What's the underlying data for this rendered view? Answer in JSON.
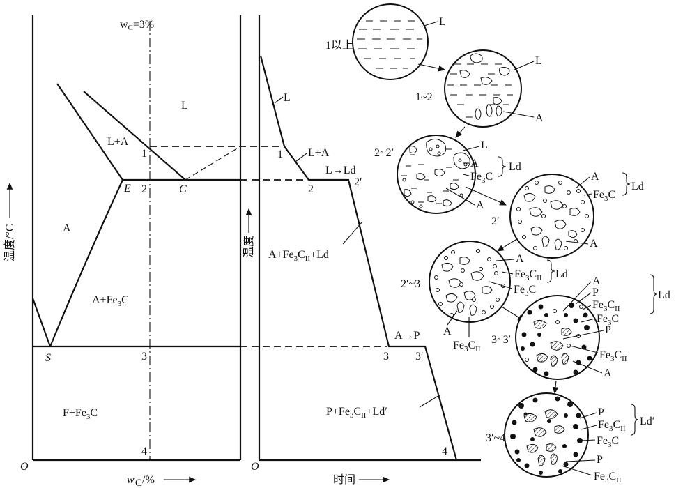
{
  "left_diagram": {
    "composition_label": "wC=3%",
    "phase_labels": {
      "liquid": "L",
      "liquid_austenite": "L+A",
      "austenite": "A",
      "austenite_cementite": "A+Fe3C",
      "ferrite_cementite": "F+Fe3C"
    },
    "points": {
      "E": "E",
      "C": "C",
      "S": "S",
      "origin": "O"
    },
    "markers": [
      "1",
      "2",
      "3",
      "4"
    ],
    "y_axis_label": "温度/°C",
    "x_axis_label": "wC/%"
  },
  "cooling_curve": {
    "origin": "O",
    "y_axis_label": "温度",
    "x_axis_label": "时间",
    "stage_labels": {
      "liquid": "L",
      "liquid_austenite": "L+A",
      "eutectic": "L→Ld",
      "after_eutectic": "A+Fe3CII+Ld",
      "eutectoid": "A→P",
      "final": "P+Fe3CII+Ld′"
    },
    "point_labels": [
      "1",
      "2",
      "2′",
      "3",
      "3′",
      "4"
    ]
  },
  "microstructures": [
    {
      "stage": "1以上",
      "labels": [
        "L"
      ]
    },
    {
      "stage": "1~2",
      "labels": [
        "L",
        "A"
      ]
    },
    {
      "stage": "2~2′",
      "labels": [
        "L",
        "A",
        "Fe3C",
        "A"
      ],
      "group_label": "Ld"
    },
    {
      "stage": "2′",
      "labels": [
        "A",
        "Fe3C",
        "A"
      ],
      "group_label": "Ld"
    },
    {
      "stage": "2′~3",
      "labels": [
        "A",
        "Fe3CII",
        "Fe3C",
        "A",
        "Fe3CII"
      ],
      "group_label": "Ld"
    },
    {
      "stage": "3~3′",
      "labels": [
        "A",
        "P",
        "Fe3CII",
        "Fe3C",
        "P",
        "Fe3CII",
        "A"
      ],
      "group_label": "Ld"
    },
    {
      "stage": "3′~4",
      "labels": [
        "P",
        "Fe3CII",
        "Fe3C",
        "P",
        "Fe3CII"
      ],
      "group_label": "Ld′"
    }
  ]
}
